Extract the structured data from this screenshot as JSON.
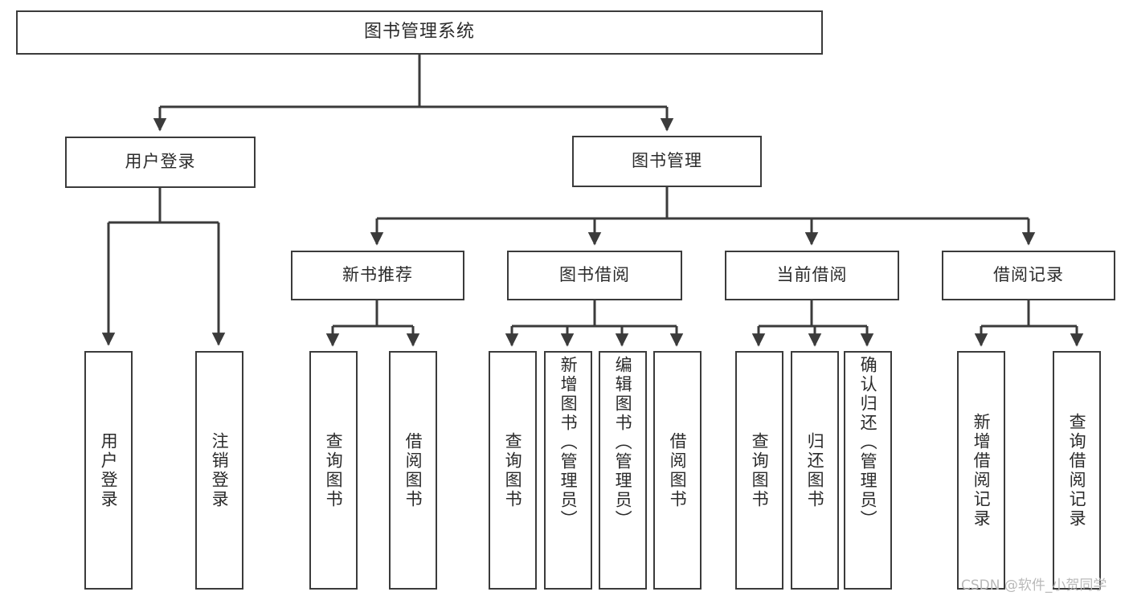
{
  "diagram": {
    "title": "图书管理系统",
    "watermark": "CSDN @软件_小贺同学",
    "stroke_color": "#3b3b3b",
    "fill_color": "#ffffff",
    "text_color": "#2b2b2b",
    "watermark_color": "#b9b9b9"
  },
  "nodes": {
    "root": {
      "label": "图书管理系统"
    },
    "level2": [
      {
        "label": "用户登录"
      },
      {
        "label": "图书管理"
      }
    ],
    "level3": [
      {
        "label": "新书推荐"
      },
      {
        "label": "图书借阅"
      },
      {
        "label": "当前借阅"
      },
      {
        "label": "借阅记录"
      }
    ],
    "leaves": {
      "user_login": [
        {
          "label": "用户登录"
        },
        {
          "label": "注销登录"
        }
      ],
      "new_book": [
        {
          "label": "查询图书"
        },
        {
          "label": "借阅图书"
        }
      ],
      "book_borrow": [
        {
          "label": "查询图书"
        },
        {
          "label": "新增图书（管理员）"
        },
        {
          "label": "编辑图书（管理员）"
        },
        {
          "label": "借阅图书"
        }
      ],
      "current_borrow": [
        {
          "label": "查询图书"
        },
        {
          "label": "归还图书"
        },
        {
          "label": "确认归还（管理员）"
        }
      ],
      "borrow_record": [
        {
          "label": "新增借阅记录"
        },
        {
          "label": "查询借阅记录"
        }
      ]
    }
  }
}
